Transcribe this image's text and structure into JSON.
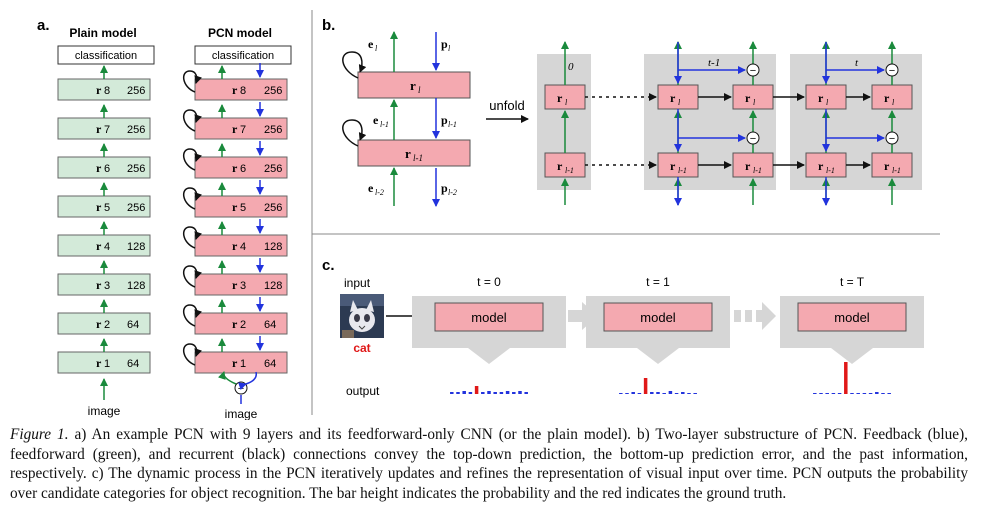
{
  "panel_a": {
    "label": "a.",
    "plain_title": "Plain model",
    "pcn_title": "PCN model",
    "classification": "classification",
    "image_label": "image",
    "r_letter": "r",
    "layers": [
      {
        "idx": "8",
        "size": "256"
      },
      {
        "idx": "7",
        "size": "256"
      },
      {
        "idx": "6",
        "size": "256"
      },
      {
        "idx": "5",
        "size": "256"
      },
      {
        "idx": "4",
        "size": "128"
      },
      {
        "idx": "3",
        "size": "128"
      },
      {
        "idx": "2",
        "size": "64"
      },
      {
        "idx": "1",
        "size": "64"
      }
    ]
  },
  "panel_b": {
    "label": "b.",
    "unfold": "unfold",
    "r": "r",
    "e": "e",
    "p": "p",
    "sub_l": "l",
    "sub_lm1": "l-1",
    "sub_lm2": "l-2",
    "col_labels": [
      "0",
      "t-1",
      "t"
    ],
    "minus": "−"
  },
  "panel_c": {
    "label": "c.",
    "input_label": "input",
    "cat_label": "cat",
    "output_label": "output",
    "steps": [
      {
        "t": "t = 0",
        "model": "model",
        "bars": [
          2,
          2,
          3,
          2,
          8,
          2,
          3,
          2,
          2,
          3,
          2,
          3,
          2
        ],
        "red": 4
      },
      {
        "t": "t = 1",
        "model": "model",
        "bars": [
          1,
          1,
          2,
          1,
          16,
          2,
          2,
          1,
          3,
          1,
          2,
          1,
          1
        ],
        "red": 4
      },
      {
        "t": "t = T",
        "model": "model",
        "bars": [
          1,
          1,
          1,
          1,
          1,
          32,
          1,
          1,
          1,
          1,
          2,
          1,
          1
        ],
        "red": 5
      }
    ]
  },
  "caption": {
    "fig": "Figure 1.",
    "text": " a) An example PCN with 9 layers and its feedforward-only CNN (or the plain model). b) Two-layer substructure of PCN. Feedback (blue), feedforward (green), and recurrent (black) connections convey the top-down prediction, the bottom-up prediction error, and the past information, respectively. c) The dynamic process in the PCN iteratively updates and refines the representation of visual input over time. PCN outputs the probability over candidate categories for object recognition. The bar height indicates the probability and the red indicates the ground truth."
  },
  "colors": {
    "green": "#1a8a3c",
    "blue": "#2233dd",
    "red": "#e01818",
    "pink": "#f4a9b0",
    "mint": "#d3ead9",
    "gray": "#d6d6d6"
  }
}
